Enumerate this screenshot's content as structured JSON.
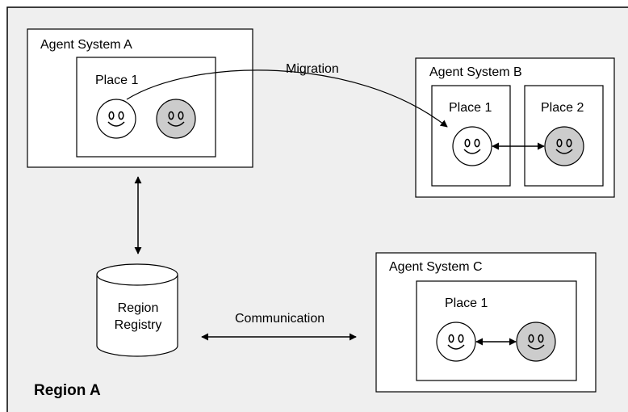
{
  "region": {
    "label": "Region A"
  },
  "agent_systems": [
    {
      "name": "Agent System A",
      "places": [
        {
          "name": "Place 1"
        }
      ]
    },
    {
      "name": "Agent System B",
      "places": [
        {
          "name": "Place 1"
        },
        {
          "name": "Place 2"
        }
      ]
    },
    {
      "name": "Agent System C",
      "places": [
        {
          "name": "Place 1"
        }
      ]
    }
  ],
  "registry": {
    "line1": "Region",
    "line2": "Registry"
  },
  "arrows": {
    "migration": "Migration",
    "communication": "Communication"
  },
  "colors": {
    "background": "#efefef",
    "box": "#ffffff",
    "agent_active": "#ffffff",
    "agent_passive": "#cccccc",
    "stroke": "#000000"
  }
}
